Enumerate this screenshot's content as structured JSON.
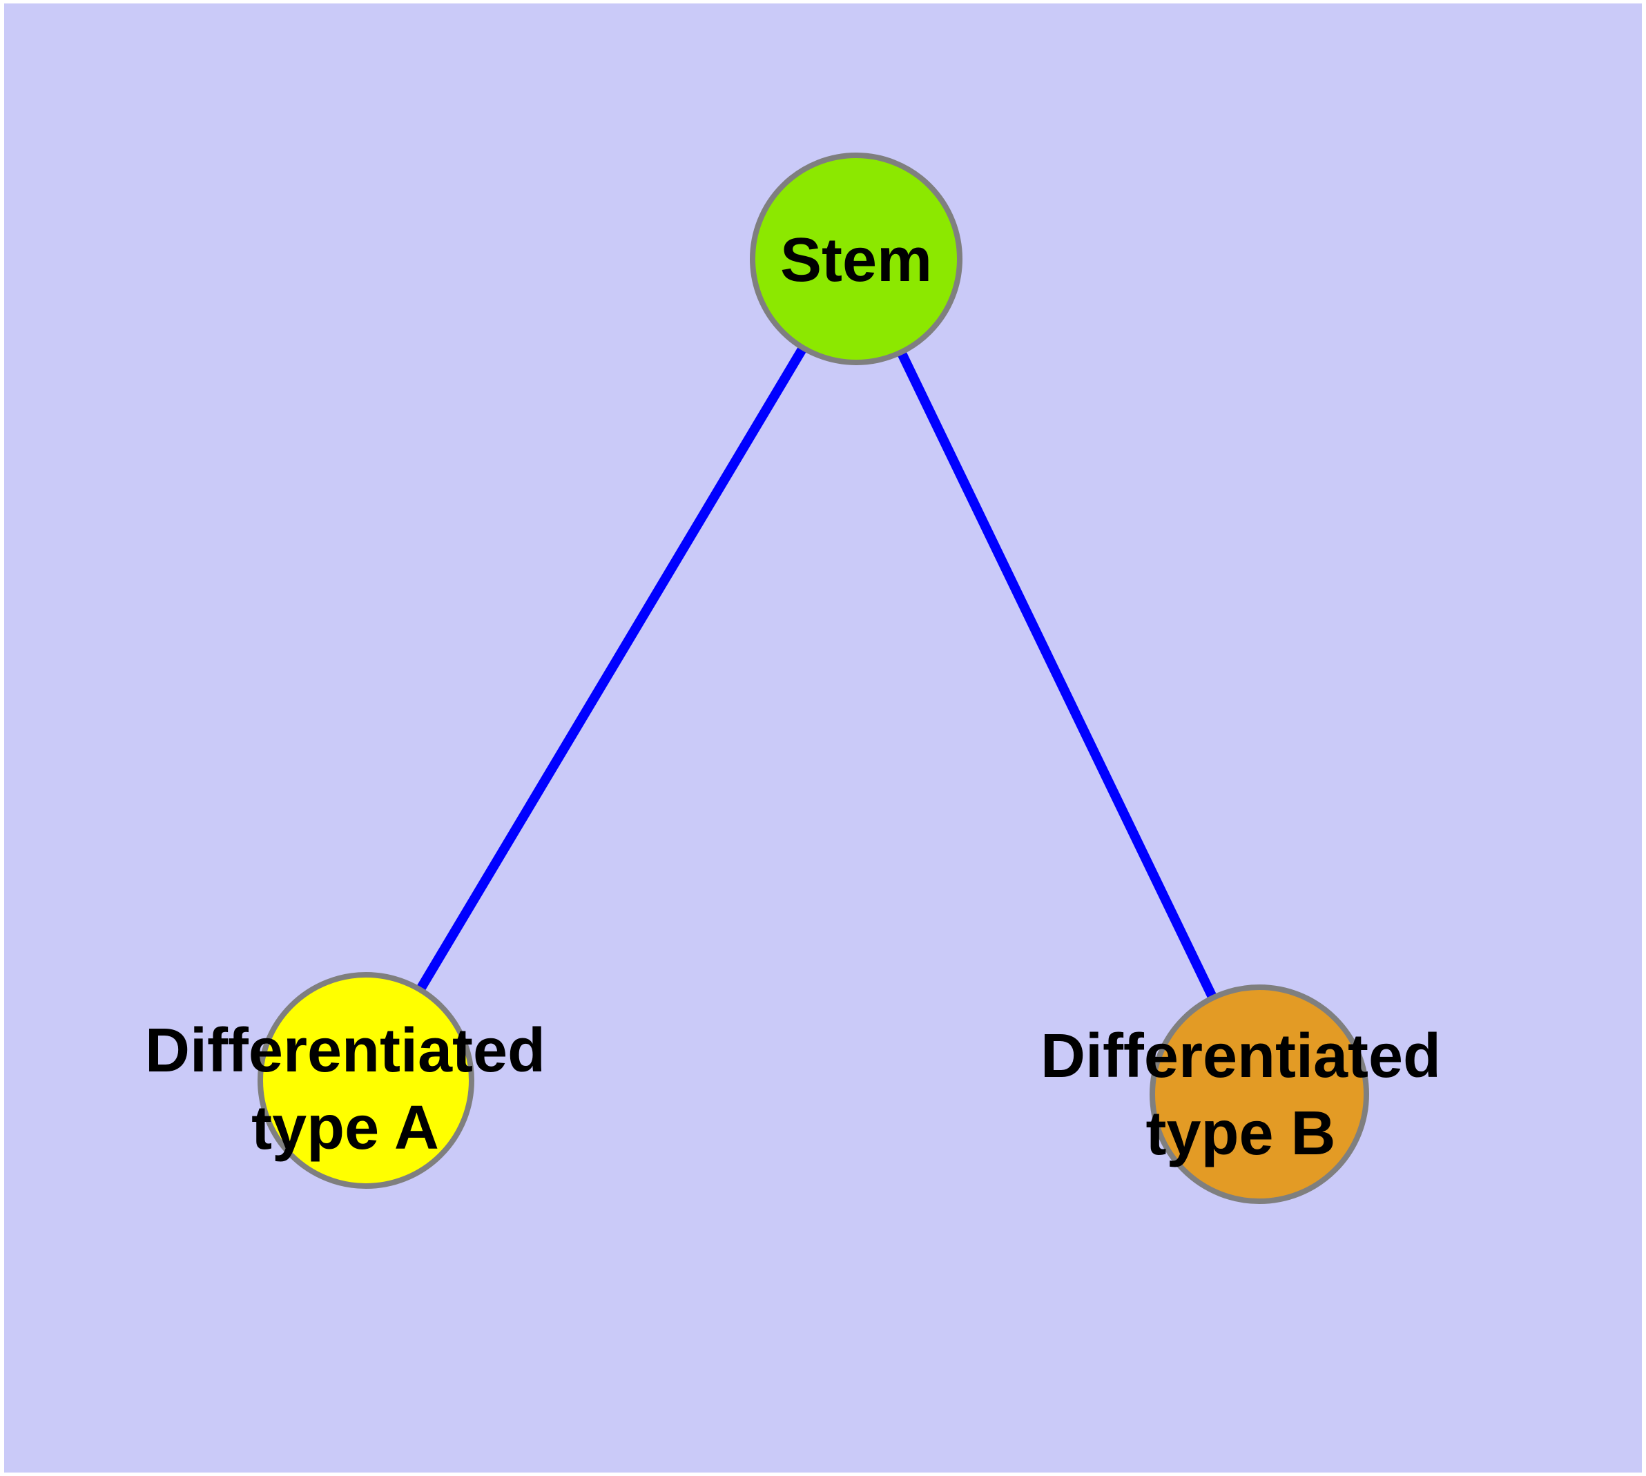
{
  "diagram": {
    "type": "node-edge-graph",
    "background_color": "#CACAF8",
    "page_margin_color": "#FFFFFF",
    "edge_color": "#0000FF",
    "text_color": "#000000",
    "node_border_color": "#7F7F7F",
    "nodes": {
      "stem": {
        "label": "Stem",
        "fill": "#8CE800",
        "border": "#7F7F7F",
        "shape": "circle"
      },
      "type_a": {
        "label_lines": [
          "Differentiated",
          "type A"
        ],
        "fill": "#FFFF00",
        "border": "#7F7F7F",
        "shape": "circle"
      },
      "type_b": {
        "label_lines": [
          "Differentiated",
          "type B"
        ],
        "fill": "#E39B25",
        "border": "#7F7F7F",
        "shape": "circle"
      }
    },
    "edges": [
      {
        "from": "Stem",
        "to": "Differentiated type A"
      },
      {
        "from": "Stem",
        "to": "Differentiated type B"
      }
    ]
  }
}
